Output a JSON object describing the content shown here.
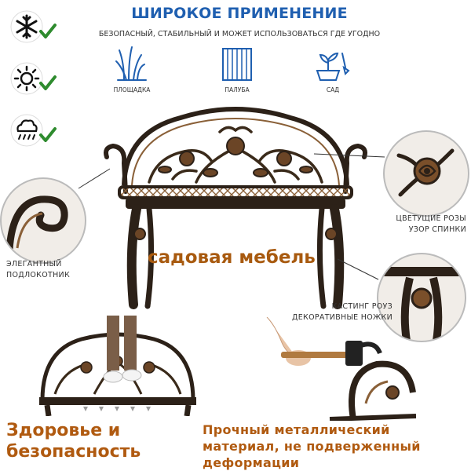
{
  "header": {
    "title": "ШИРОКОЕ ПРИМЕНЕНИЕ",
    "subtitle": "БЕЗОПАСНЫЙ, СТАБИЛЬНЫЙ И МОЖЕТ ИСПОЛЬЗОВАТЬСЯ ГДЕ УГОДНО"
  },
  "features": [
    {
      "label": "ПЛОЩАДКА",
      "icon": "grass-icon"
    },
    {
      "label": "ПАЛУБА",
      "icon": "deck-icon"
    },
    {
      "label": "САД",
      "icon": "garden-plant-icon"
    }
  ],
  "weather": [
    {
      "icon": "snowflake-icon"
    },
    {
      "icon": "sun-icon"
    },
    {
      "icon": "rain-cloud-icon"
    }
  ],
  "callouts": {
    "armrest": "ЭЛЕГАНТНЫЙ\nПОДЛОКОТНИК",
    "rose_back": "ЦВЕТУЩИЕ РОЗЫ\nУЗОР СПИНКИ",
    "legs": "КАСТИНГ РОУЗ\nДЕКОРАТИВНЫЕ НОЖКИ"
  },
  "overlay_text": "садовая мебель",
  "bottom": {
    "left": "Здоровье и\nбезопасность",
    "right": "Прочный металлический\nматериал, не подверженный\nдеформации"
  },
  "colors": {
    "title_blue": "#1f5fb0",
    "bronze": "#a85a0f",
    "check_green": "#2e8b2e",
    "bench_dark": "#2c2118",
    "bench_bronze": "#8a6038"
  }
}
